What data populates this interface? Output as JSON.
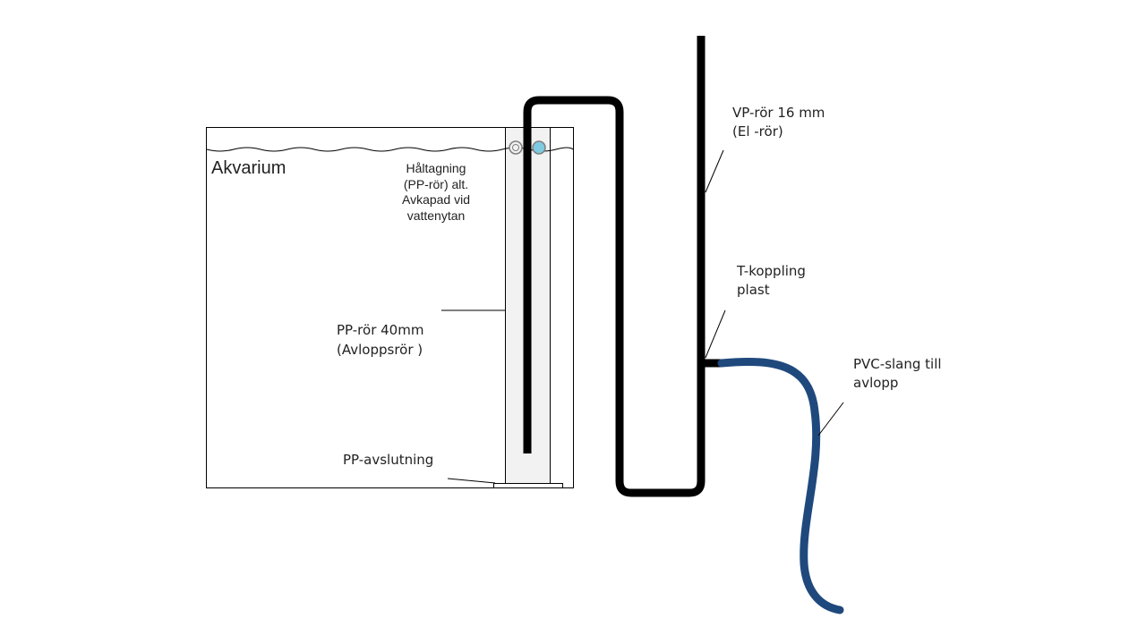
{
  "labels": {
    "akvarium": "Akvarium",
    "haltagning": "Håltagning (PP-rör) alt. Avkapad vid vattenytan",
    "pp_ror_line1": "PP-rör 40mm",
    "pp_ror_line2": "(Avloppsrör )",
    "pp_avslutning": "PP-avslutning",
    "vp_ror_line1": "VP-rör 16 mm",
    "vp_ror_line2": "(El -rör)",
    "t_koppling_line1": "T-koppling",
    "t_koppling_line2": "plast",
    "pvc_line1": "PVC-slang till",
    "pvc_line2": "avlopp"
  },
  "colors": {
    "pipe": "#000000",
    "hose": "#1f497d",
    "pp_pipe_fill": "#f2f2f2",
    "outline": "#000000",
    "hole_fill": "#7fcbe0"
  }
}
